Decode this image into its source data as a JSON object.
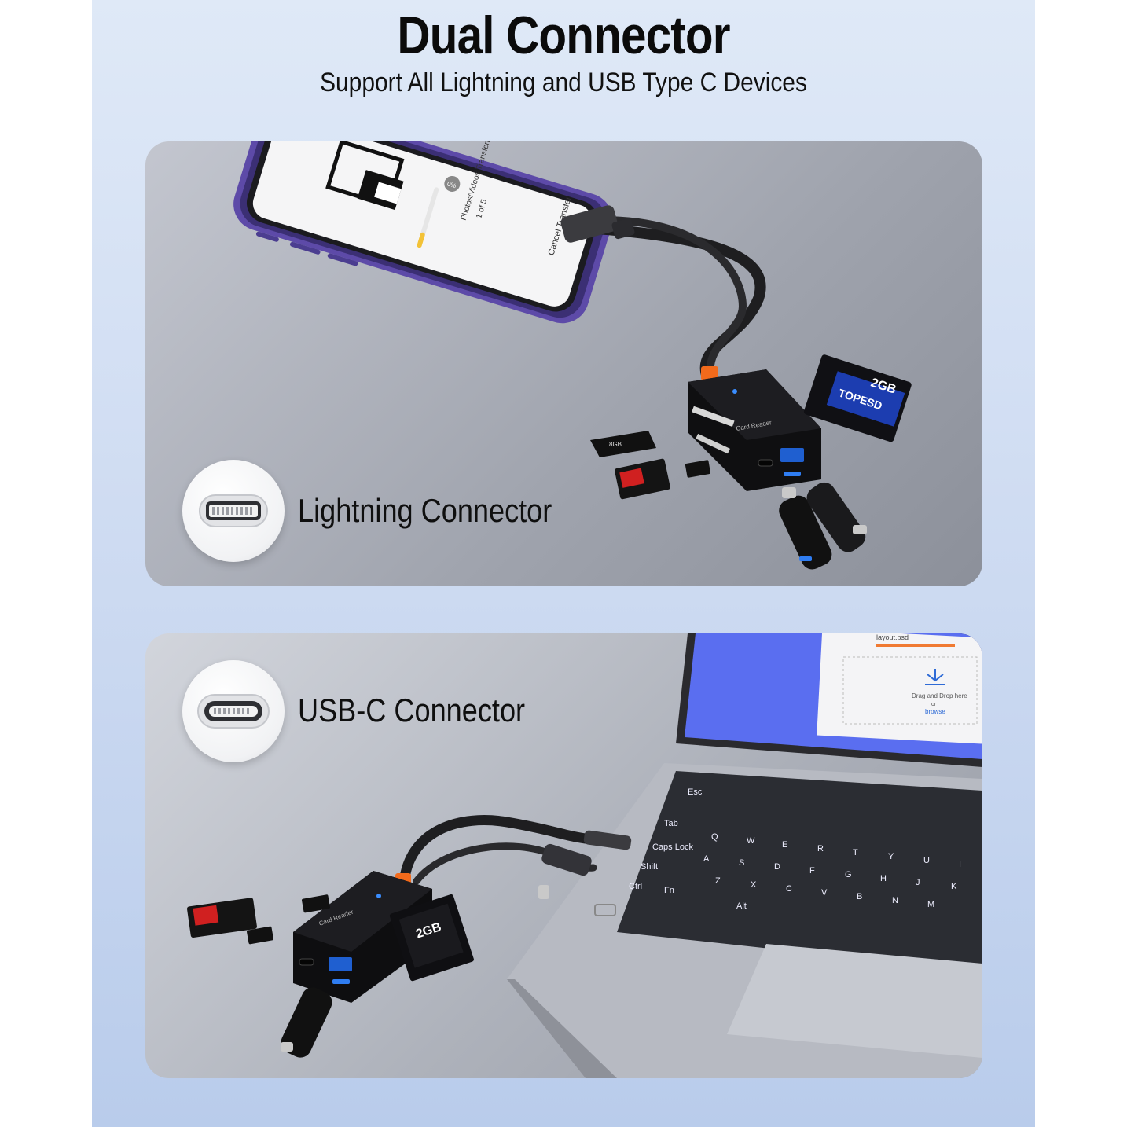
{
  "header": {
    "title": "Dual Connector",
    "subtitle": "Support All Lightning and USB Type C Devices"
  },
  "panels": [
    {
      "label": "Lightning Connector",
      "icon": "lightning-connector-icon"
    },
    {
      "label": "USB-C Connector",
      "icon": "usb-c-connector-icon"
    }
  ],
  "phone_screen": {
    "status": "Photos/Videos Transferred",
    "count": "1 of 5",
    "percent": "0%",
    "cancel": "Cancel Transfer"
  },
  "laptop_screen": {
    "file": "layout.psd",
    "drop_text": "Drag and Drop here",
    "or_text": "or",
    "browse_text": "browse"
  },
  "device_text": {
    "reader_label": "Card Reader",
    "cf_card_capacity": "2GB",
    "cf_card_brand": "TOPESD",
    "micro_sd_adapter": "8GB"
  },
  "keyboard": {
    "keys": [
      "Esc",
      "Tab",
      "Caps Lock",
      "Shift",
      "Ctrl",
      "Fn",
      "Alt",
      "Q",
      "W",
      "E",
      "R",
      "T",
      "Y",
      "U",
      "I",
      "A",
      "S",
      "D",
      "F",
      "G",
      "H",
      "J",
      "K",
      "Z",
      "X",
      "C",
      "V",
      "B",
      "N",
      "M"
    ]
  },
  "colors": {
    "accent_orange": "#f26a1b",
    "usb_blue": "#2f7df2",
    "phone_purple": "#6b56c8",
    "laptop_screen": "#5a6ef0"
  }
}
